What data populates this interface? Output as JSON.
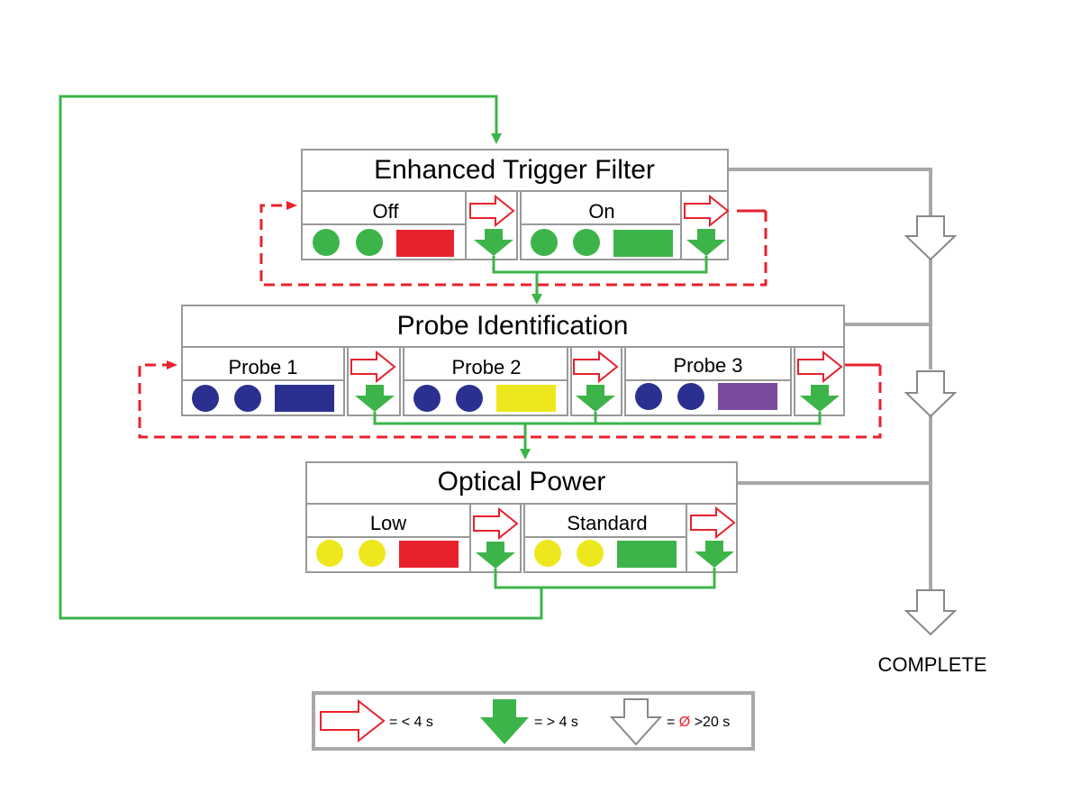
{
  "stages": [
    {
      "title": "Enhanced Trigger Filter",
      "options": [
        {
          "label": "Off",
          "dot_color": "#3db449",
          "rect_color": "#e8222d"
        },
        {
          "label": "On",
          "dot_color": "#3db449",
          "rect_color": "#3db449"
        }
      ]
    },
    {
      "title": "Probe Identification",
      "options": [
        {
          "label": "Probe 1",
          "dot_color": "#2b3090",
          "rect_color": "#2b3090"
        },
        {
          "label": "Probe 2",
          "dot_color": "#2b3090",
          "rect_color": "#ede81e"
        },
        {
          "label": "Probe 3",
          "dot_color": "#2b3090",
          "rect_color": "#7b4a9e"
        }
      ]
    },
    {
      "title": "Optical Power",
      "options": [
        {
          "label": "Low",
          "dot_color": "#ede81e",
          "rect_color": "#e8222d"
        },
        {
          "label": "Standard",
          "dot_color": "#ede81e",
          "rect_color": "#3db449"
        }
      ]
    }
  ],
  "complete_label": "COMPLETE",
  "legend": {
    "red_arrow_text": "= < 4 s",
    "green_arrow_text": "= > 4 s",
    "gray_arrow_prefix": "= ",
    "gray_arrow_symbol": "Ø",
    "gray_arrow_suffix": " >20 s"
  },
  "colors": {
    "green": "#3db449",
    "red": "#e8222d",
    "gray": "#a8a8a8",
    "border": "#999999"
  },
  "icons": [
    "red-outline-right-arrow-icon",
    "green-down-arrow-icon",
    "gray-outline-down-arrow-icon"
  ]
}
